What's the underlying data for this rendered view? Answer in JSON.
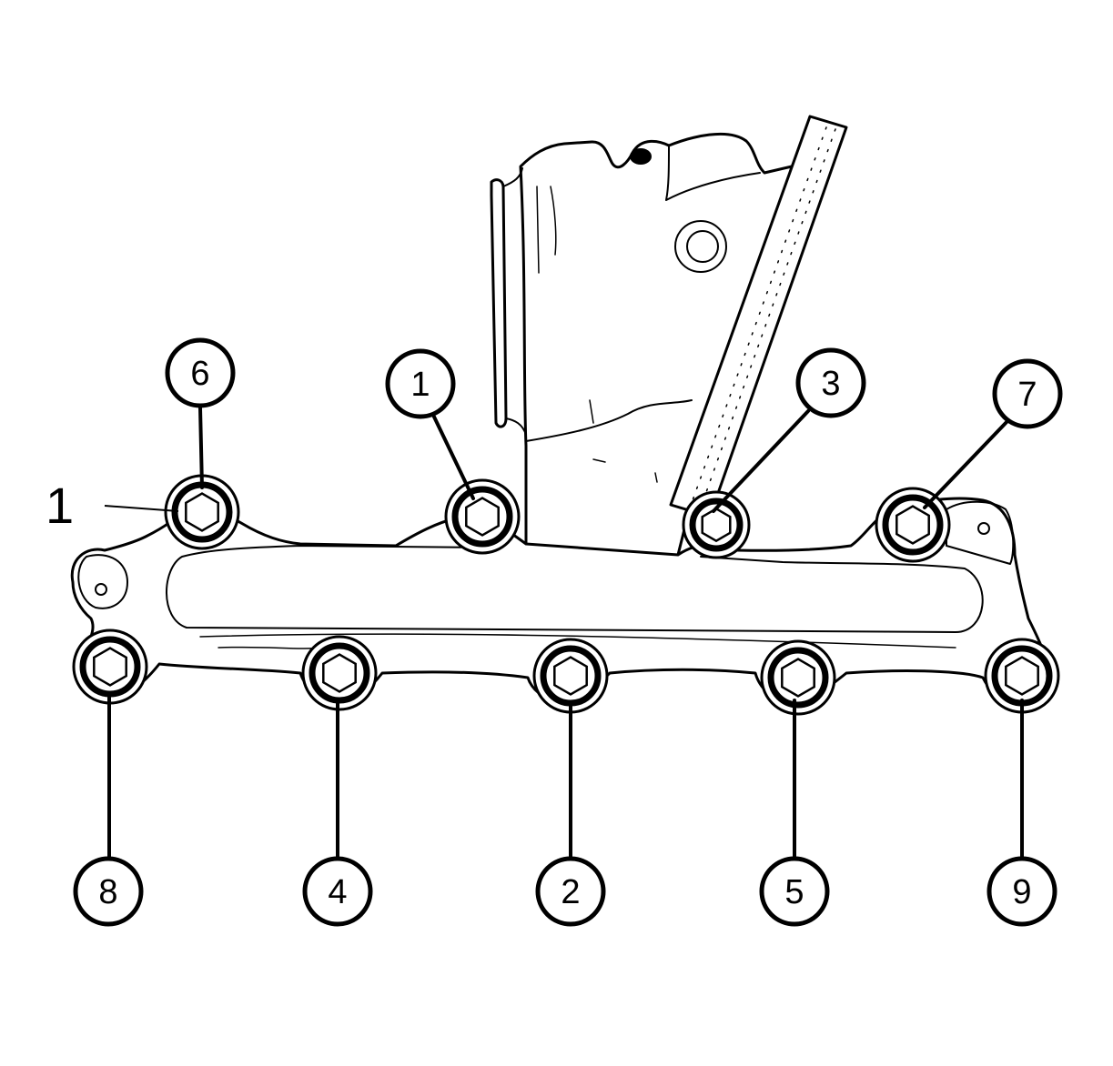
{
  "diagram": {
    "part_label": "1",
    "callouts": [
      {
        "id": "6",
        "text": "6"
      },
      {
        "id": "1",
        "text": "1"
      },
      {
        "id": "3",
        "text": "3"
      },
      {
        "id": "7",
        "text": "7"
      },
      {
        "id": "8",
        "text": "8"
      },
      {
        "id": "4",
        "text": "4"
      },
      {
        "id": "2",
        "text": "2"
      },
      {
        "id": "5",
        "text": "5"
      },
      {
        "id": "9",
        "text": "9"
      }
    ]
  }
}
